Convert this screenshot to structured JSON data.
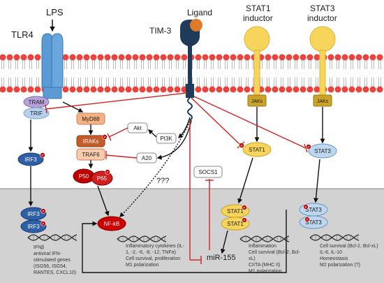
{
  "receptors": {
    "lps": "LPS",
    "tlr4": "TLR4",
    "ligand": "Ligand",
    "tim3": "TIM-3",
    "stat1_inductor": [
      "STAT1",
      "inductor"
    ],
    "stat3_inductor": [
      "STAT3",
      "inductor"
    ]
  },
  "molecules": {
    "tram": "TRAM",
    "trif": "TRIF",
    "myd88": "MyD88",
    "akt": "Akt",
    "pi3k": "PI3K",
    "iraks": "IRAKs",
    "traf6": "TRAF6",
    "a20": "A20",
    "p50": "P50",
    "p65": "P65",
    "irf3": "IRF3",
    "stat1": "STAT1",
    "stat3": "STAT3",
    "jaks": "JAKs",
    "socs1": "SOCS1",
    "nfkb": "NF-kB",
    "mir155": "miR-155",
    "unknown": "???",
    "phospho": "P"
  },
  "genes": {
    "irf3": [
      "IFNβ",
      "antiviral IFN-",
      "stimulated genes",
      "(ISG56, ISG54,",
      "RANTES, CXCL10)"
    ],
    "nfkb": [
      "Inflammatory cytokines (IL-",
      "1, -2, -6, -8, -12, TNFα)",
      "Cell survival, proliferation",
      "M1 polarization"
    ],
    "stat1": [
      "Inflammation",
      "Cell survival (Bcl-2, Bcl-",
      "xL)",
      "CIITA (MHC II)",
      "M1 polarization"
    ],
    "stat3": [
      "Cell survival (Bcl-2, Bcl-xL)",
      "IL-6, IL-10",
      "Homeostasis",
      "M2 polarization (?)"
    ]
  },
  "colors": {
    "nucleus": "#d0d0d0",
    "lipid_head": "#e8433c",
    "tlr4": "#5b9bd5",
    "tim3": "#1f3b5a",
    "ligand": "#e07a2a",
    "inductor": "#f7d55a",
    "jaks": "#c9a227",
    "inhibition": "#d32020",
    "nfkb": "#d00000"
  }
}
